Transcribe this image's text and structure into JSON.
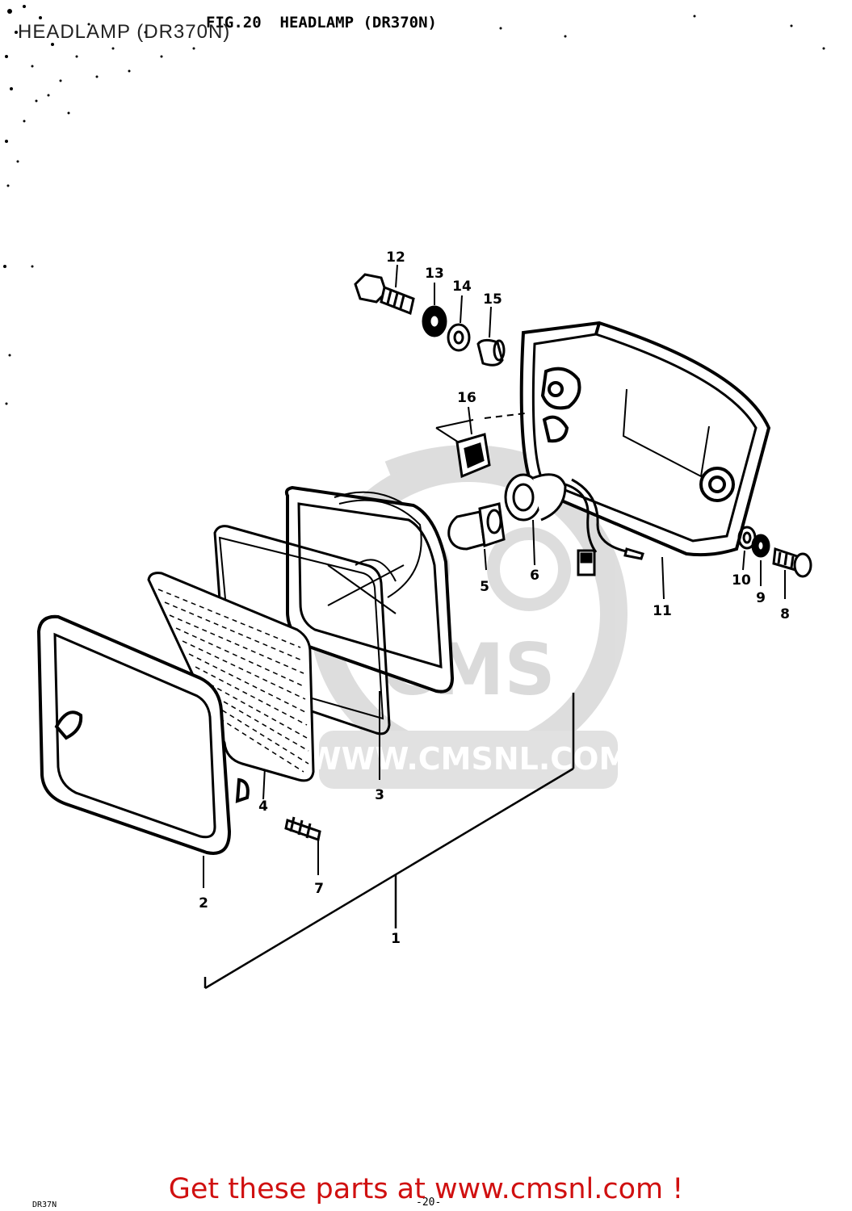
{
  "header": {
    "overlay_title": "HEADLAMP (DR370N)",
    "printed_title": "FIG.20  HEADLAMP (DR370N)"
  },
  "watermark": {
    "brand": "CMS",
    "url": "WWW.CMSNL.COM"
  },
  "parts": {
    "p1": "1",
    "p2": "2",
    "p3": "3",
    "p4": "4",
    "p5": "5",
    "p6": "6",
    "p7": "7",
    "p8": "8",
    "p9": "9",
    "p10": "10",
    "p11": "11",
    "p12": "12",
    "p13": "13",
    "p14": "14",
    "p15": "15",
    "p16": "16"
  },
  "footer": {
    "link_text": "Get these parts at www.cmsnl.com !",
    "page_number": "-20-",
    "plate_code": "DR37N"
  },
  "colors": {
    "line": "#000000",
    "watermark": "#d6d6d6",
    "footer_link": "#d01010"
  }
}
